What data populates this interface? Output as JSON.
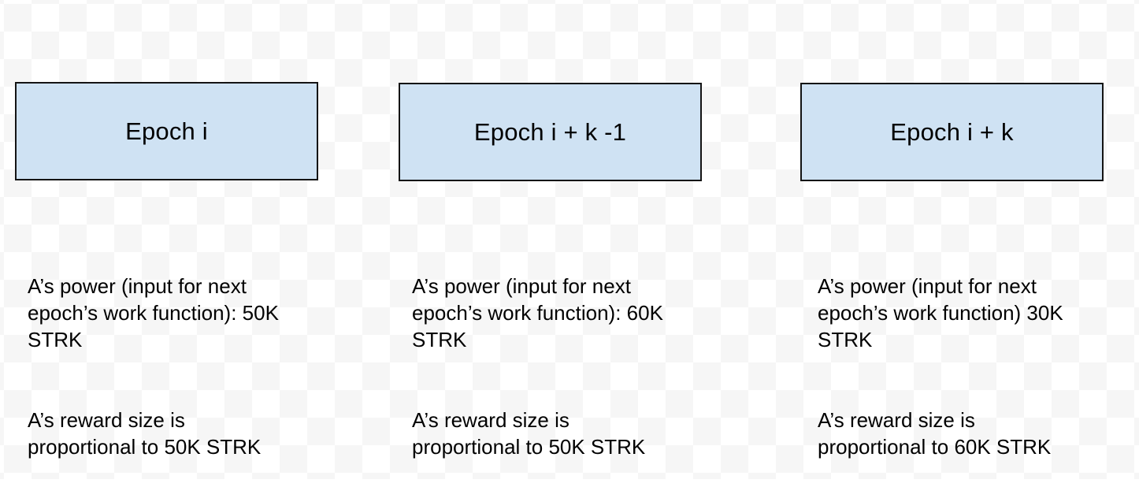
{
  "diagram": {
    "description_colors": {
      "box_fill": "#cfe2f3",
      "box_border": "#141414",
      "checker_light": "#ffffff",
      "checker_dark": "#f6f6f6",
      "text": "#000000"
    },
    "columns": [
      {
        "epoch_label": "Epoch i",
        "power_note": "A’s power (input for next\nepoch’s work function): 50K\nSTRK",
        "reward_note": "A’s reward size is\nproportional to 50K STRK"
      },
      {
        "epoch_label": "Epoch i + k -1",
        "power_note": "A’s power (input for next\nepoch’s work function): 60K\nSTRK",
        "reward_note": "A’s reward size is\nproportional to 50K STRK"
      },
      {
        "epoch_label": "Epoch i + k",
        "power_note": "A’s power (input for next\nepoch’s work function) 30K\nSTRK",
        "reward_note": "A’s reward size is\nproportional to 60K STRK"
      }
    ]
  }
}
